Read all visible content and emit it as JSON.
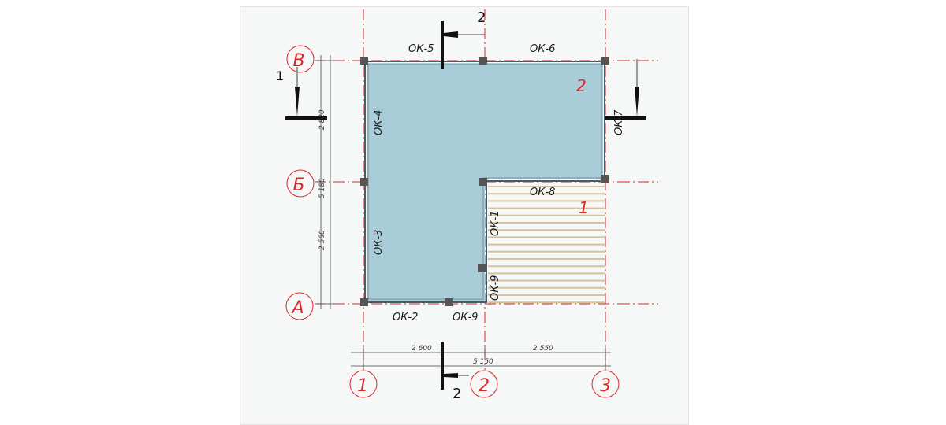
{
  "axes": {
    "rows": [
      "В",
      "Б",
      "А"
    ],
    "columns": [
      "1",
      "2",
      "3"
    ]
  },
  "dimensions": {
    "vertical": [
      "2 820",
      "5 180",
      "2 560"
    ],
    "horizontal": [
      "2 600",
      "2 550",
      "5 150"
    ]
  },
  "windows": {
    "top_left": "ОК-5",
    "top_right": "ОК-6",
    "left_upper": "ОК-4",
    "right": "ОК-7",
    "middle": "ОК-8",
    "inner_upper": "ОК-1",
    "left_lower": "ОК-3",
    "inner_lower": "ОК-9",
    "bottom_left": "ОК-2",
    "bottom_right": "ОК-9"
  },
  "sections": {
    "vertical_cut": "2",
    "horizontal_cut": "1"
  },
  "rooms": [
    "2",
    "1"
  ],
  "colors": {
    "axis": "#d42a2a",
    "room_fill": "#a9cdd8",
    "deck": "#d6c19a"
  }
}
